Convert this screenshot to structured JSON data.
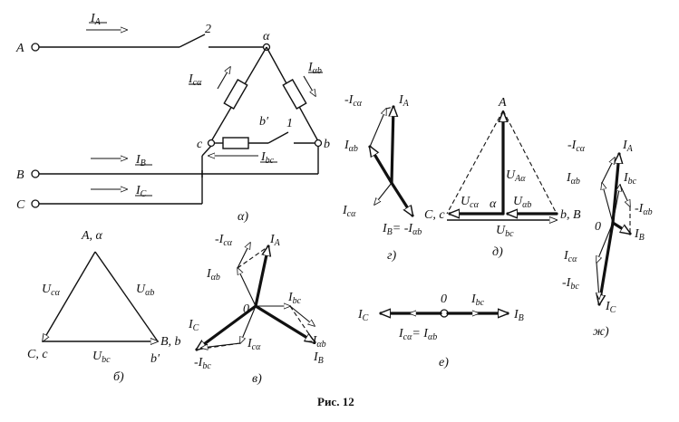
{
  "circuit": {
    "terminal_a": "A",
    "terminal_b": "B",
    "terminal_c": "C",
    "node_alpha": "α",
    "node_b": "b",
    "node_c": "c",
    "node_bprime": "b′",
    "switch_2": "2",
    "switch_1": "1",
    "i_a": "I",
    "i_a_sub": "A",
    "i_b": "I",
    "i_b_sub": "B",
    "i_c": "I",
    "i_c_sub": "C",
    "i_ca": "I",
    "i_ca_sub": "cα",
    "i_ab": "I",
    "i_ab_sub": "αb",
    "i_bc": "I",
    "i_bc_sub": "bc",
    "caption": "α)"
  },
  "triangle_b": {
    "vertex_top": "A, α",
    "vertex_left": "C, c",
    "vertex_right": "B, b",
    "vertex_bprime": "b′",
    "u_ca": "U",
    "u_ca_sub": "cα",
    "u_ab": "U",
    "u_ab_sub": "αb",
    "u_bc": "U",
    "u_bc_sub": "bc",
    "caption": "б)"
  },
  "phasor_v": {
    "neg_ica": "-I",
    "neg_ica_sub": "cα",
    "i_a": "I",
    "i_a_sub": "A",
    "i_ab": "I",
    "i_ab_sub": "αb",
    "origin": "0",
    "i_bc": "I",
    "i_bc_sub": "bc",
    "i_c": "I",
    "i_c_sub": "C",
    "i_ca": "I",
    "i_ca_sub": "cα",
    "neg_iab": "-I",
    "neg_iab_sub": "αb",
    "neg_ibc": "-I",
    "neg_ibc_sub": "bc",
    "i_b": "I",
    "i_b_sub": "B",
    "caption": "в)"
  },
  "phasor_g": {
    "neg_ica": "-I",
    "neg_ica_sub": "cα",
    "i_a": "I",
    "i_a_sub": "A",
    "i_ab": "I",
    "i_ab_sub": "αb",
    "i_ca": "I",
    "i_ca_sub": "cα",
    "i_b_eq": "I",
    "i_b_eq_sub": "B",
    "i_b_eq_rhs": "= -I",
    "i_b_eq_rhs_sub": "αb",
    "caption": "г)"
  },
  "phasor_d": {
    "vertex_top": "A",
    "vertex_left": "C, c",
    "vertex_right": "b, B",
    "mid": "α",
    "u_aa": "U",
    "u_aa_sub": "Aα",
    "u_ca": "U",
    "u_ca_sub": "cα",
    "u_ab": "U",
    "u_ab_sub": "αb",
    "u_bc": "U",
    "u_bc_sub": "bc",
    "caption": "д)"
  },
  "phasor_e": {
    "origin": "0",
    "i_bc": "I",
    "i_bc_sub": "bc",
    "i_c": "I",
    "i_c_sub": "C",
    "i_b": "I",
    "i_b_sub": "B",
    "eq": "I",
    "eq_sub": "cα",
    "eq_rhs": "= I",
    "eq_rhs_sub": "αb",
    "caption": "е)"
  },
  "phasor_zh": {
    "neg_ica": "-I",
    "neg_ica_sub": "cα",
    "i_a": "I",
    "i_a_sub": "A",
    "i_ab": "I",
    "i_ab_sub": "αb",
    "i_bc": "I",
    "i_bc_sub": "bc",
    "neg_iab": "-I",
    "neg_iab_sub": "αb",
    "origin": "0",
    "i_b": "I",
    "i_b_sub": "B",
    "i_ca": "I",
    "i_ca_sub": "cα",
    "neg_ibc": "-I",
    "neg_ibc_sub": "bc",
    "i_c": "I",
    "i_c_sub": "C",
    "caption": "ж)"
  },
  "figure_caption": "Рис. 12"
}
